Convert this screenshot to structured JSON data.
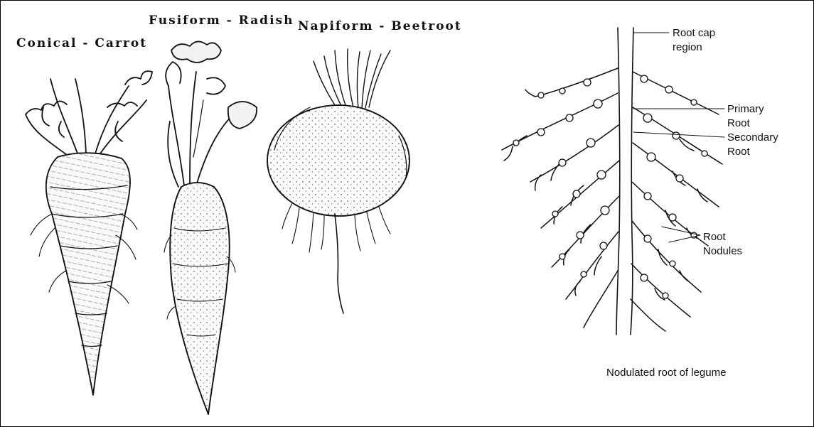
{
  "roots": [
    {
      "key": "carrot",
      "label": "Conical - Carrot"
    },
    {
      "key": "radish",
      "label": "Fusiform - Radish"
    },
    {
      "key": "beetroot",
      "label": "Napiform - Beetroot"
    }
  ],
  "legume": {
    "callouts": {
      "root_cap_line1": "Root cap",
      "root_cap_line2": "region",
      "primary_line1": "Primary",
      "primary_line2": "Root",
      "secondary_line1": "Secondary",
      "secondary_line2": "Root",
      "nodules_line1": "Root",
      "nodules_line2": "Nodules"
    },
    "caption": "Nodulated root of legume"
  }
}
